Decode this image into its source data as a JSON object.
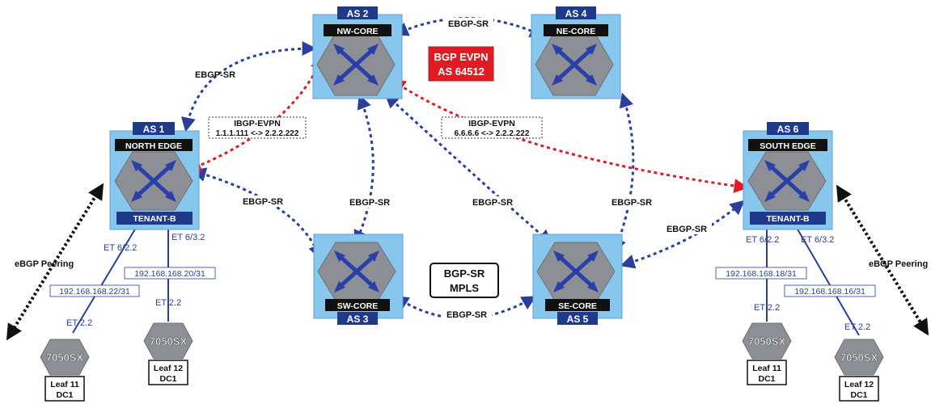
{
  "colors": {
    "node_panel": "#87c7ee",
    "node_panel_border": "#5aa3d6",
    "as_badge": "#1f3a8a",
    "name_bar": "#111111",
    "tenant_bar": "#1f3a8a",
    "hexagon": "#8c8f96",
    "arrows_icon": "#2b3fa8",
    "ebgp_line": "#2a3e9c",
    "ibgp_line": "#e01b24",
    "evpn_badge": "#e01b24",
    "link_line": "#2a3e9c",
    "peering_line": "#111111",
    "ip_text": "#2a3e9c"
  },
  "nodes": {
    "nw_core": {
      "as": "AS 2",
      "name": "NW-CORE"
    },
    "ne_core": {
      "as": "AS 4",
      "name": "NE-CORE"
    },
    "north_edge": {
      "as": "AS 1",
      "name": "NORTH EDGE",
      "tenant": "TENANT-B"
    },
    "south_edge": {
      "as": "AS 6",
      "name": "SOUTH EDGE",
      "tenant": "TENANT-B"
    },
    "sw_core": {
      "as": "AS 3",
      "name": "SW-CORE"
    },
    "se_core": {
      "as": "AS 5",
      "name": "SE-CORE"
    }
  },
  "badges": {
    "bgp_evpn": [
      "BGP EVPN",
      "AS 64512"
    ],
    "bgp_sr": [
      "BGP-SR",
      "MPLS"
    ]
  },
  "sessions": {
    "ebgp_label": "EBGP-SR",
    "ibgp_left": [
      "IBGP-EVPN",
      "1.1.1.111 <-> 2.2.2.222"
    ],
    "ibgp_right": [
      "IBGP-EVPN",
      "6.6.6.6 <-> 2.2.2.222"
    ]
  },
  "interfaces": {
    "ne_et62": "ET 6/2.2",
    "ne_et63": "ET 6/3.2",
    "se_et62": "ET 6/2.2",
    "se_et63": "ET 6/3.2",
    "leaf_et": "ET 2.2"
  },
  "subnets": {
    "left_a": "192.168.168.22/31",
    "left_b": "192.168.168.20/31",
    "right_a": "192.168.168.18/31",
    "right_b": "192.168.168.16/31"
  },
  "peering_label": "eBGP Peering",
  "leaves": [
    {
      "model": "7050SX",
      "name": "Leaf 11",
      "dc": "DC1"
    },
    {
      "model": "7050SX",
      "name": "Leaf 12",
      "dc": "DC1"
    },
    {
      "model": "7050SX",
      "name": "Leaf 11",
      "dc": "DC1"
    },
    {
      "model": "7050SX",
      "name": "Leaf 12",
      "dc": "DC1"
    }
  ],
  "icons": {
    "router": "router-arrows-icon",
    "switch": "switch-arrows-icon"
  }
}
